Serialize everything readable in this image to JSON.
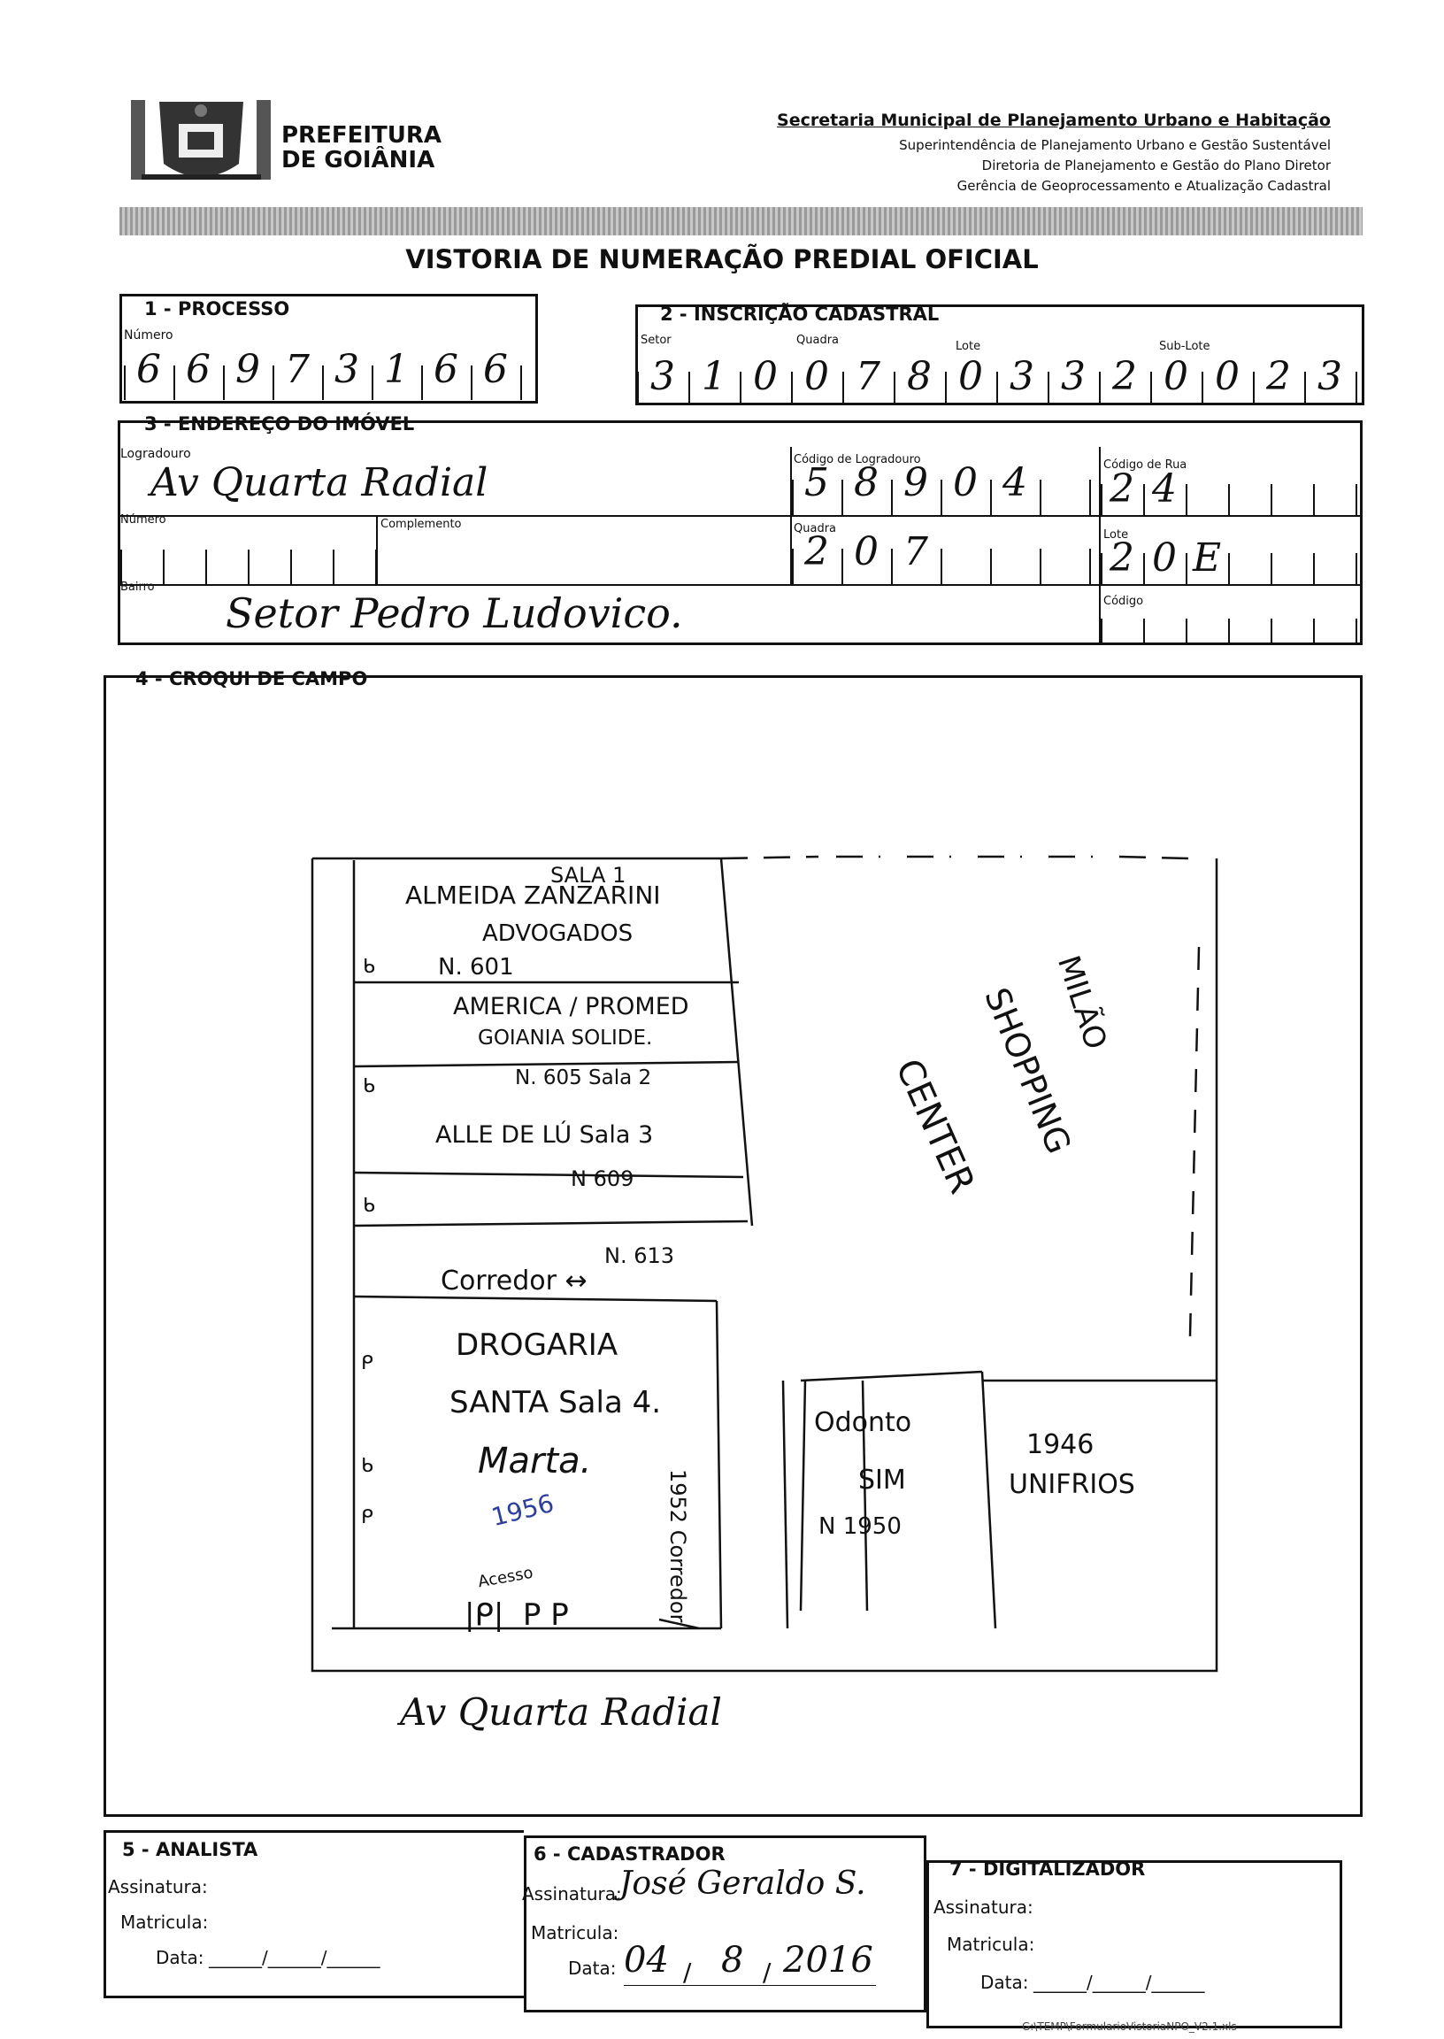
{
  "header": {
    "logo_line1": "PREFEITURA",
    "logo_line2": "DE GOIÂNIA",
    "secretaria": "Secretaria Municipal de Planejamento Urbano e Habitação",
    "sub1": "Superintendência de Planejamento Urbano e Gestão Sustentável",
    "sub2": "Diretoria de Planejamento e Gestão do Plano Diretor",
    "sub3": "Gerência de Geoprocessamento e Atualização Cadastral",
    "form_title": "VISTORIA DE NUMERAÇÃO PREDIAL OFICIAL"
  },
  "processo": {
    "title": "1 - PROCESSO",
    "numero_label": "Número",
    "digits": [
      "6",
      "6",
      "9",
      "7",
      "3",
      "1",
      "6",
      "6"
    ]
  },
  "inscricao": {
    "title": "2 - INSCRIÇÃO CADASTRAL",
    "setor_label": "Setor",
    "quadra_label": "Quadra",
    "lote_label": "Lote",
    "sublote_label": "Sub-Lote",
    "digits": [
      "3",
      "1",
      "0",
      "0",
      "7",
      "8",
      "0",
      "3",
      "3",
      "2",
      "0",
      "0",
      "2",
      "3"
    ]
  },
  "endereco": {
    "title": "3 - ENDEREÇO DO IMÓVEL",
    "logradouro_label": "Logradouro",
    "logradouro_value": "Av Quarta Radial",
    "codigo_logradouro_label": "Código de Logradouro",
    "codigo_logradouro_digits": [
      "5",
      "8",
      "9",
      "0",
      "4"
    ],
    "codigo_rua_label": "Código de Rua",
    "codigo_rua_digits": [
      "2",
      "4"
    ],
    "numero_label": "Número",
    "complemento_label": "Complemento",
    "quadra_label": "Quadra",
    "quadra_digits": [
      "2",
      "0",
      "7"
    ],
    "lote_label": "Lote",
    "lote_digits": [
      "2",
      "0",
      "E"
    ],
    "bairro_label": "Bairro",
    "bairro_value": "Setor Pedro Ludovico.",
    "codigo_label": "Código"
  },
  "croqui": {
    "title": "4 - CROQUI DE CAMPO",
    "street_label": "Av Quarta Radial",
    "units": [
      {
        "lines": [
          "SALA 1",
          "ALMEIDA ZANZARINI",
          "ADVOGADOS",
          "N. 601"
        ]
      },
      {
        "lines": [
          "AMERICA / PROMED",
          "GOIANIA SOLIDE.",
          "N. 605 Sala 2"
        ]
      },
      {
        "lines": [
          "ALLE DE LÚ Sala 3",
          "N 609"
        ]
      },
      {
        "lines": [
          "Corredor ↔",
          "N. 613"
        ]
      },
      {
        "lines": [
          "DROGARIA",
          "SANTA Sala 4.",
          "Marta.",
          "1956",
          "Acesso"
        ]
      },
      {
        "lines": [
          "1952 Corredor"
        ]
      },
      {
        "lines": [
          "Odonto",
          "SIM",
          "N 1950"
        ]
      },
      {
        "lines": [
          "1946",
          "UNIFRIOS"
        ]
      },
      {
        "lines": [
          "MILÃO",
          "SHOPPING",
          "CENTER"
        ]
      }
    ]
  },
  "analista": {
    "title": "5 - ANALISTA",
    "assinatura_label": "Assinatura:",
    "matricula_label": "Matricula:",
    "data_label": "Data:"
  },
  "cadastrador": {
    "title": "6 - CADASTRADOR",
    "assinatura_label": "Assinatura:",
    "assinatura_value": "José Geraldo S.",
    "matricula_label": "Matricula:",
    "data_label": "Data:",
    "data_day": "04",
    "data_month": "8",
    "data_year": "2016"
  },
  "digitalizador": {
    "title": "7 - DIGITALIZADOR",
    "assinatura_label": "Assinatura:",
    "matricula_label": "Matricula:",
    "data_label": "Data:"
  },
  "footer": {
    "path": "G:\\TEMP\\FormularioVistoriaNPO_V2.1.xls"
  }
}
